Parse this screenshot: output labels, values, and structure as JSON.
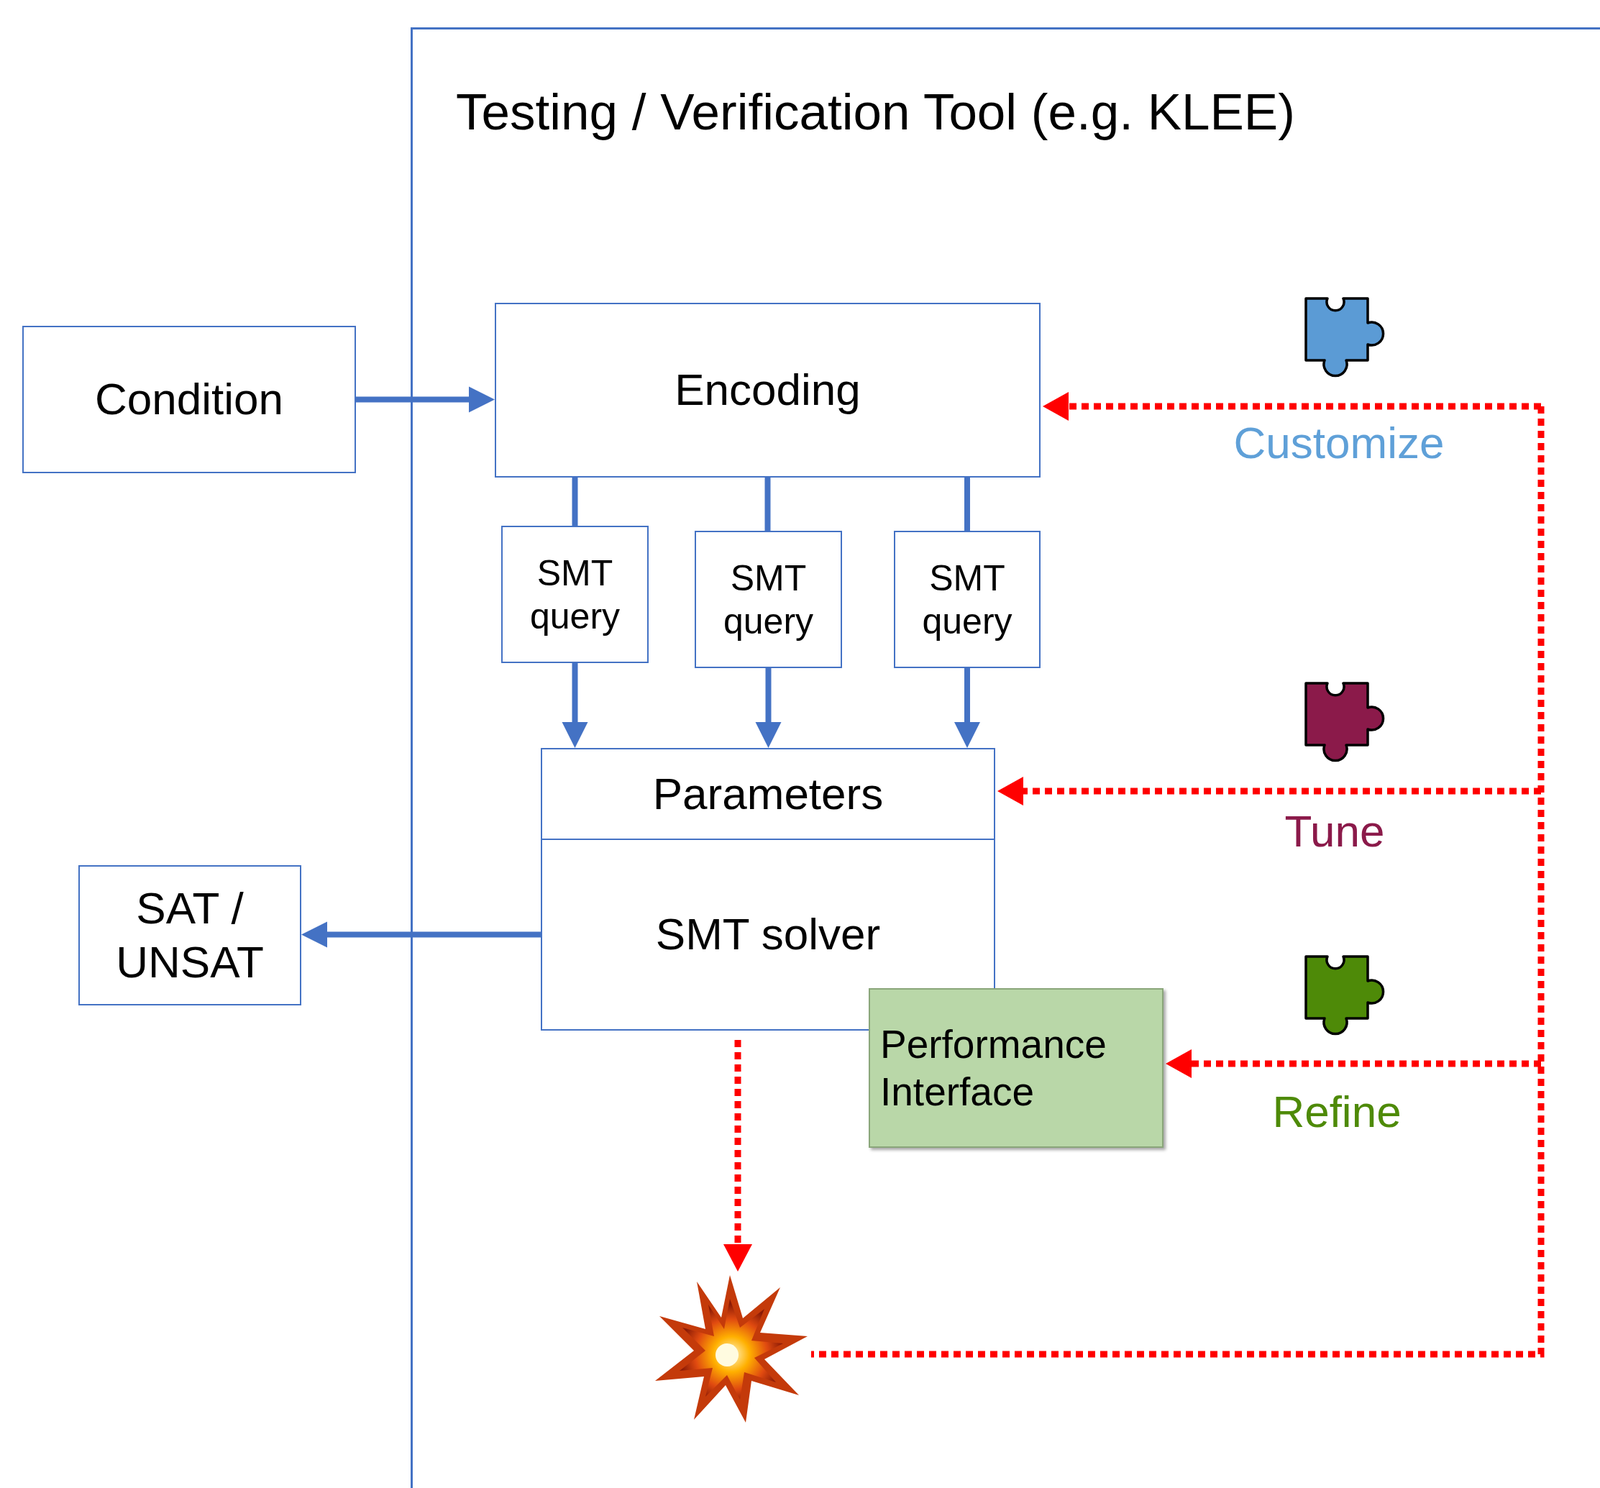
{
  "diagram": {
    "nodes": [
      {
        "text": [
          "Testing / Verification Tool (e.g. KLEE)"
        ]
      },
      {
        "text": [
          "Condition"
        ]
      },
      {
        "text": [
          "Encoding"
        ],
        "in": 0
      },
      {
        "text": [
          "SMT query"
        ],
        "in": 0
      },
      {
        "text": [
          "SMT query"
        ],
        "in": 0
      },
      {
        "text": [
          "SMT query"
        ],
        "in": 0
      },
      {
        "text": [
          "Parameters"
        ],
        "in": 0
      },
      {
        "text": [
          "SMT solver"
        ],
        "in": 0
      },
      {
        "text": [
          "Performance Interface"
        ],
        "in": 0
      },
      {
        "text": [
          "SAT / UNSAT"
        ]
      }
    ],
    "edges": [
      {
        "from": 1,
        "to": 2,
        "arrow": "to"
      },
      {
        "from": 2,
        "to": 3,
        "arrow": "none"
      },
      {
        "from": 2,
        "to": 4,
        "arrow": "none"
      },
      {
        "from": 2,
        "to": 5,
        "arrow": "none"
      },
      {
        "from": 3,
        "to": 6,
        "arrow": "to"
      },
      {
        "from": 4,
        "to": 6,
        "arrow": "to"
      },
      {
        "from": 5,
        "to": 6,
        "arrow": "to"
      },
      {
        "from": 7,
        "to": 9,
        "arrow": "to"
      }
    ],
    "labels": [
      "Customize",
      "Tune",
      "Refine"
    ]
  }
}
